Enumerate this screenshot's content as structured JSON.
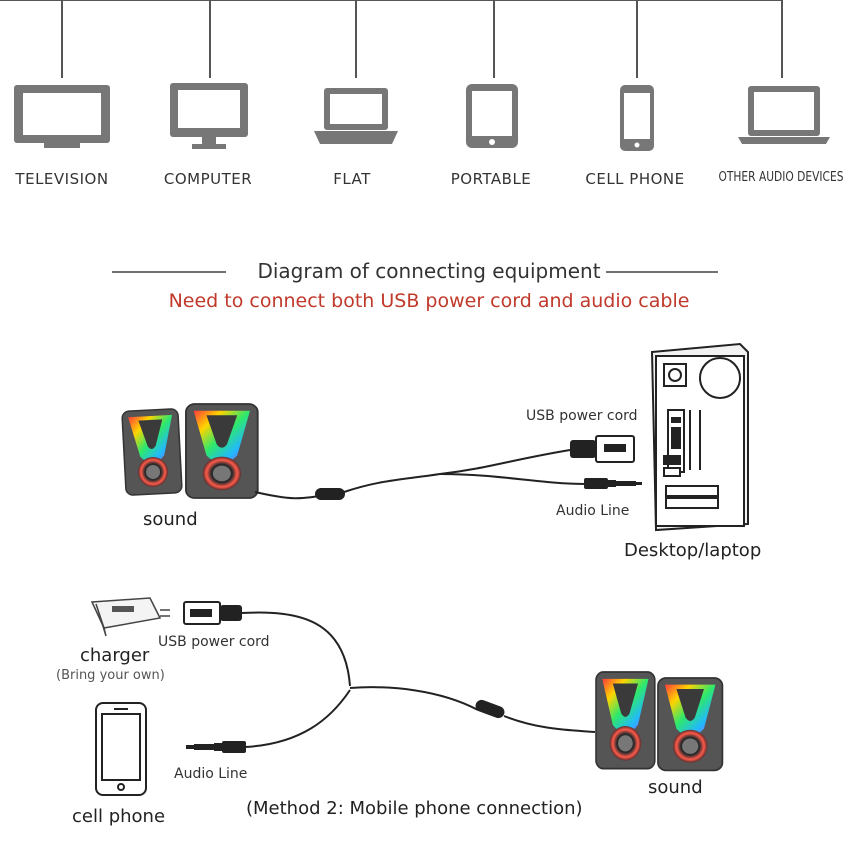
{
  "devices": [
    {
      "id": "television",
      "label": "TELEVISION",
      "icon": "tv-icon"
    },
    {
      "id": "computer",
      "label": "COMPUTER",
      "icon": "monitor-icon"
    },
    {
      "id": "flat",
      "label": "FLAT",
      "icon": "laptop-icon"
    },
    {
      "id": "portable",
      "label": "PORTABLE",
      "icon": "tablet-icon"
    },
    {
      "id": "cellphone",
      "label": "CELL PHONE",
      "icon": "phone-icon"
    },
    {
      "id": "other",
      "label": "OTHER AUDIO DEVICES",
      "icon": "laptop-outline-icon"
    }
  ],
  "title": "Diagram of connecting equipment",
  "subtitle": "Need to connect both USB power cord and audio cable",
  "method1": {
    "speaker_label": "sound",
    "usb_label": "USB power cord",
    "audio_label": "Audio Line",
    "target_label": "Desktop/laptop"
  },
  "method2": {
    "charger_label": "charger",
    "charger_note": "(Bring your own)",
    "usb_label": "USB power cord",
    "audio_label": "Audio Line",
    "phone_label": "cell phone",
    "speaker_label": "sound",
    "caption": "(Method 2: Mobile phone connection)"
  },
  "colors": {
    "icon": "#777777",
    "accent": "#c0392b",
    "cable": "#222222"
  }
}
